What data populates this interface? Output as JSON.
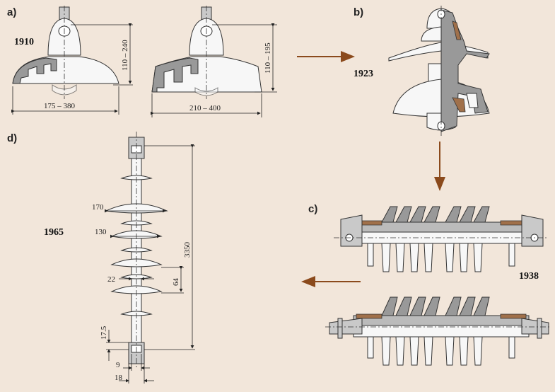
{
  "panels": {
    "a": {
      "label": "a)",
      "year": "1910",
      "dims": {
        "left_height": "110 – 240",
        "left_width": "175 – 380",
        "right_height": "110 – 195",
        "right_width": "210 – 400"
      }
    },
    "b": {
      "label": "b)",
      "year": "1923"
    },
    "c": {
      "label": "c)",
      "year": "1938"
    },
    "d": {
      "label": "d)",
      "year": "1965",
      "dims": {
        "shed_large": "170",
        "shed_small": "130",
        "length": "3350",
        "core": "22",
        "spacing": "64",
        "end_len": "17.5",
        "pin": "9",
        "end_width": "18"
      }
    }
  },
  "colors": {
    "background": "#f2e6da",
    "arrow": "#8b4a1c",
    "cement": "#a0704a",
    "porcelain": "#f7f7f7",
    "section": "#999999"
  }
}
